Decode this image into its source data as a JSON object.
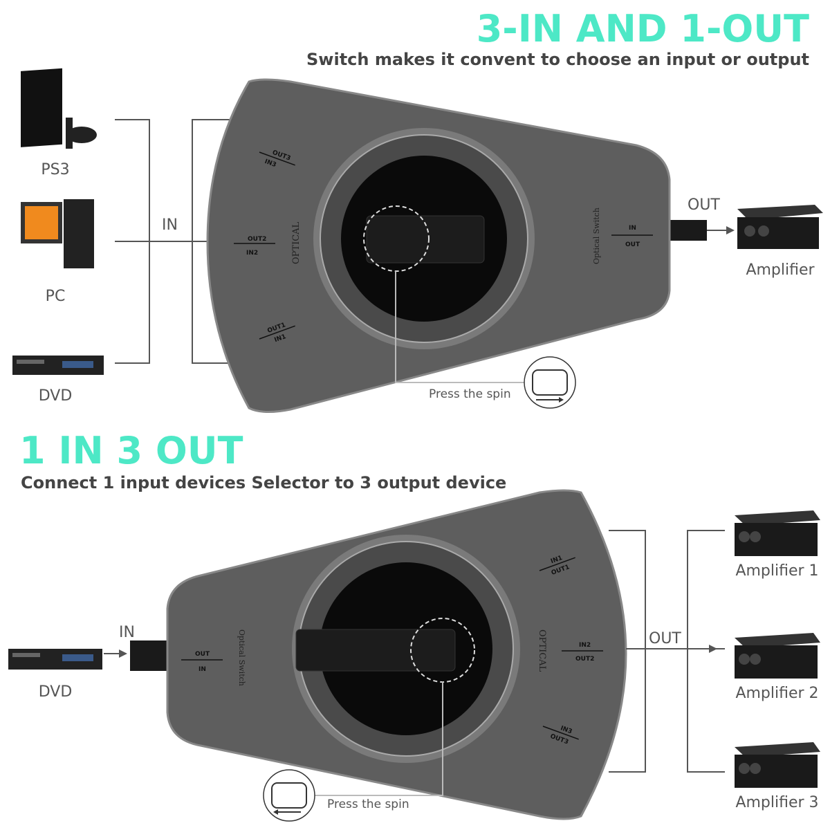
{
  "section1": {
    "title": "3-IN AND 1-OUT",
    "subtitle": "Switch makes it convent to choose an input or output",
    "inputs": [
      {
        "label": "PS3",
        "icon": "ps3-console-icon"
      },
      {
        "label": "PC",
        "icon": "desktop-pc-icon"
      },
      {
        "label": "DVD",
        "icon": "dvd-player-icon"
      }
    ],
    "in_label": "IN",
    "out_label": "OUT",
    "output": {
      "label": "Amplifier",
      "icon": "amplifier-icon"
    },
    "switch": {
      "side_text": "OPTICAL",
      "port_labels": [
        {
          "out": "OUT3",
          "in": "IN3"
        },
        {
          "out": "OUT2",
          "in": "IN2"
        },
        {
          "out": "OUT1",
          "in": "IN1"
        }
      ],
      "right_text": "Optical Switch",
      "right_port": {
        "in": "IN",
        "out": "OUT"
      }
    },
    "callout": "Press the spin"
  },
  "section2": {
    "title": "1 IN 3 OUT",
    "subtitle": "Connect 1 input devices Selector to 3 output device",
    "input": {
      "label": "DVD",
      "icon": "dvd-player-icon"
    },
    "in_label": "IN",
    "out_label": "OUT",
    "outputs": [
      {
        "label": "Amplifier 1",
        "icon": "amplifier-icon"
      },
      {
        "label": "Amplifier 2",
        "icon": "amplifier-icon"
      },
      {
        "label": "Amplifier 3",
        "icon": "amplifier-icon"
      }
    ],
    "switch": {
      "side_text": "OPTICAL",
      "port_labels": [
        {
          "out": "OUT1",
          "in": "IN1"
        },
        {
          "out": "OUT2",
          "in": "IN2"
        },
        {
          "out": "OUT3",
          "in": "IN3"
        }
      ],
      "left_text": "Optical Switch",
      "left_port": {
        "in": "IN",
        "out": "OUT"
      }
    },
    "callout": "Press the spin"
  },
  "colors": {
    "accent": "#4de8c6",
    "subtitle": "#444444",
    "device_body": "#5e5e5e",
    "dial": "#0a0a0a"
  }
}
